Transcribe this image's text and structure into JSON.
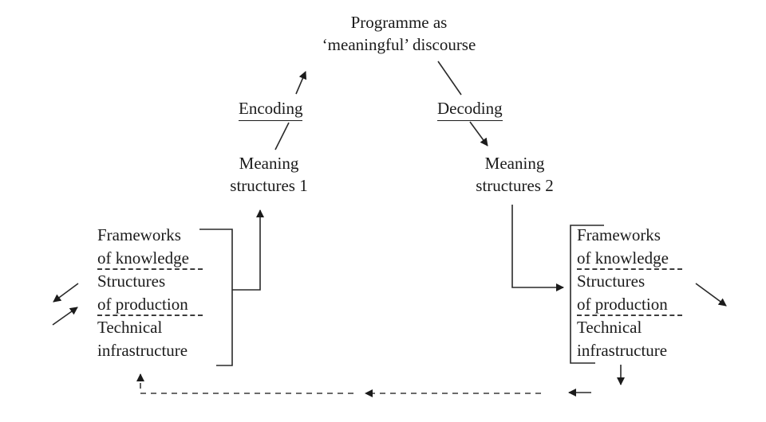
{
  "colors": {
    "ink": "#1b1b1b",
    "line": "#2a2a2a",
    "dashed_line": "#3a3a3a",
    "background": "#ffffff"
  },
  "nodes": {
    "programme": {
      "line1": "Programme as",
      "line2": "‘meaningful’ discourse"
    },
    "encoding": {
      "label": "Encoding"
    },
    "decoding": {
      "label": "Decoding"
    },
    "meaning1": {
      "line1": "Meaning",
      "line2": "structures 1"
    },
    "meaning2": {
      "line1": "Meaning",
      "line2": "structures 2"
    },
    "left_block": {
      "lines": [
        "Frameworks",
        "of knowledge",
        "Structures",
        "of production",
        "Technical",
        "infrastructure"
      ]
    },
    "right_block": {
      "lines": [
        "Frameworks",
        "of knowledge",
        "Structures",
        "of production",
        "Technical",
        "infrastructure"
      ]
    }
  }
}
